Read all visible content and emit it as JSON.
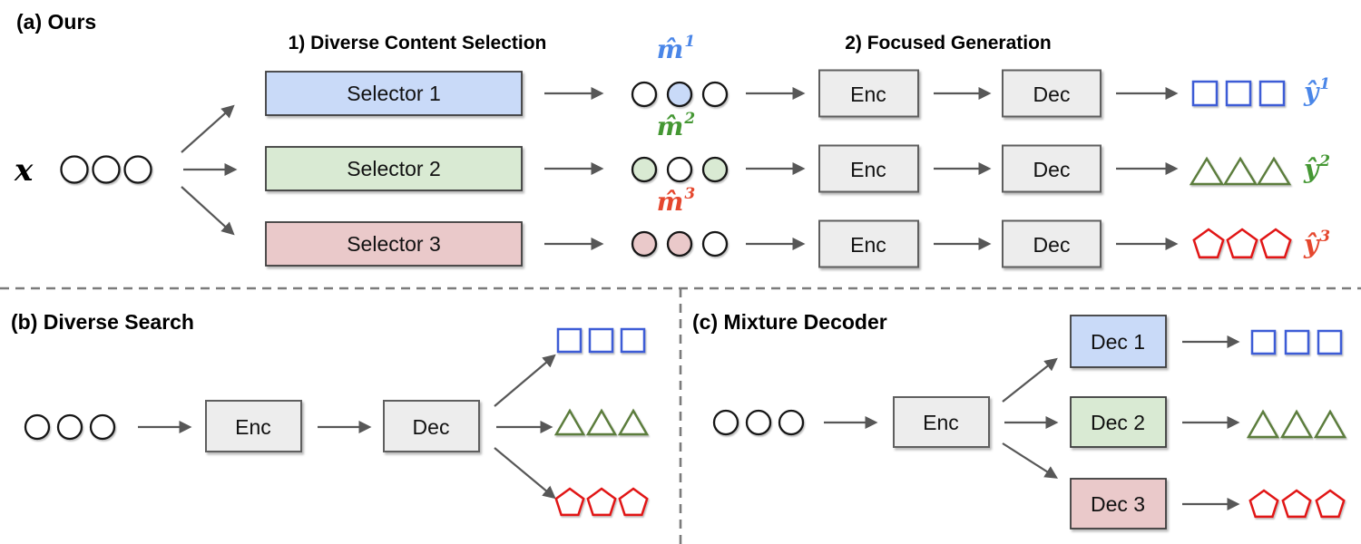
{
  "colors": {
    "blue_fill": "#c9daf8",
    "green_fill": "#d9ead3",
    "red_fill": "#eac9ca",
    "white_fill": "#ffffff",
    "gray_box_fill": "#ededed",
    "gray_box_border": "#5f5f5f",
    "blue_label": "#4a86e8",
    "green_label": "#449733",
    "red_label": "#e5472e",
    "square_stroke": "#3d5cd6",
    "triangle_stroke": "#5b7d3d",
    "pentagon_stroke": "#e11414"
  },
  "panel_a": {
    "title": "(a) Ours",
    "input_label": "x",
    "step1_heading": "1) Diverse Content Selection",
    "step2_heading": "2) Focused Generation",
    "enc_label": "Enc",
    "dec_label": "Dec",
    "rows": [
      {
        "selector_label": "Selector 1",
        "selector_fill": "#c9daf8",
        "mask_base": "m̂",
        "mask_sup": "1",
        "output_base": "ŷ",
        "output_sup": "1",
        "label_color": "#4a86e8",
        "output_shape": "square",
        "mask_fills": [
          "#ffffff",
          "#c9daf8",
          "#ffffff"
        ]
      },
      {
        "selector_label": "Selector 2",
        "selector_fill": "#d9ead3",
        "mask_base": "m̂",
        "mask_sup": "2",
        "output_base": "ŷ",
        "output_sup": "2",
        "label_color": "#449733",
        "output_shape": "triangle",
        "mask_fills": [
          "#d9ead3",
          "#ffffff",
          "#d9ead3"
        ]
      },
      {
        "selector_label": "Selector 3",
        "selector_fill": "#eac9ca",
        "mask_base": "m̂",
        "mask_sup": "3",
        "output_base": "ŷ",
        "output_sup": "3",
        "label_color": "#e5472e",
        "output_shape": "pentagon",
        "mask_fills": [
          "#eac9ca",
          "#eac9ca",
          "#ffffff"
        ]
      }
    ]
  },
  "panel_b": {
    "title": "(b) Diverse Search",
    "enc_label": "Enc",
    "dec_label": "Dec"
  },
  "panel_c": {
    "title": "(c) Mixture Decoder",
    "enc_label": "Enc",
    "decoders": [
      {
        "label": "Dec 1",
        "fill": "#c9daf8"
      },
      {
        "label": "Dec 2",
        "fill": "#d9ead3"
      },
      {
        "label": "Dec 3",
        "fill": "#eac9ca"
      }
    ]
  }
}
